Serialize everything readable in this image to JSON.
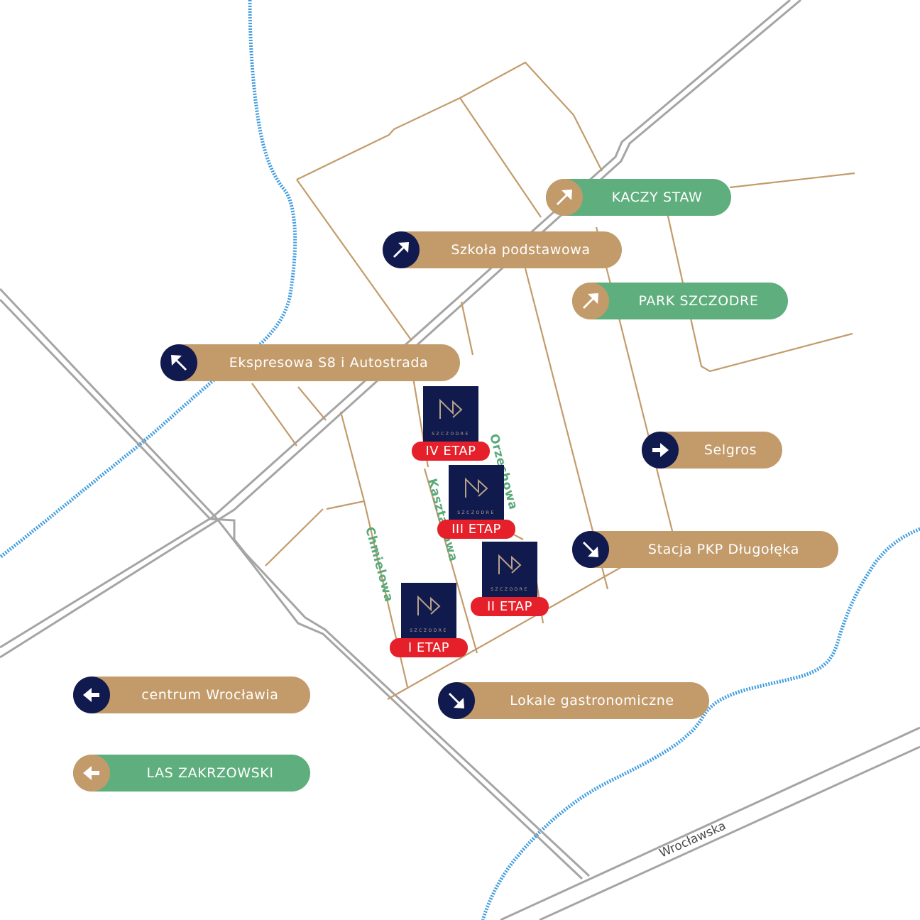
{
  "colors": {
    "road": "#a5a5a5",
    "street": "#c39b6b",
    "river": "#3d9be0",
    "tan": "#c39b6b",
    "green": "#5fae7d",
    "navy": "#111a4f",
    "etap_red": "#e5202a"
  },
  "streets": {
    "chmielowa": "Chmielowa",
    "kasztanowa": "Kasztanowa",
    "orzechowa": "Orzechowa",
    "wroclawska": "Wrocławska"
  },
  "destinations": [
    {
      "id": "kaczy-staw",
      "label": "KACZY STAW",
      "arrow": "up-right",
      "color": "green"
    },
    {
      "id": "szkola",
      "label": "Szkoła podstawowa",
      "arrow": "up-right",
      "color": "tan"
    },
    {
      "id": "park",
      "label": "PARK SZCZODRE",
      "arrow": "up-right",
      "color": "green"
    },
    {
      "id": "s8",
      "label": "Ekspresowa S8 i Autostrada",
      "arrow": "up-left",
      "color": "tan"
    },
    {
      "id": "selgros",
      "label": "Selgros",
      "arrow": "right",
      "color": "tan"
    },
    {
      "id": "pkp",
      "label": "Stacja PKP Długołęka",
      "arrow": "down-right",
      "color": "tan"
    },
    {
      "id": "centrum",
      "label": "centrum Wrocławia",
      "arrow": "left",
      "color": "tan"
    },
    {
      "id": "las",
      "label": "LAS ZAKRZOWSKI",
      "arrow": "left",
      "color": "green"
    },
    {
      "id": "lokale",
      "label": "Lokale gastronomiczne",
      "arrow": "down-right",
      "color": "tan"
    }
  ],
  "stages": [
    {
      "id": "etap-4",
      "label": "IV ETAP",
      "brand": "SZCZODRE"
    },
    {
      "id": "etap-3",
      "label": "III ETAP",
      "brand": "SZCZODRE"
    },
    {
      "id": "etap-2",
      "label": "II ETAP",
      "brand": "SZCZODRE"
    },
    {
      "id": "etap-1",
      "label": "I ETAP",
      "brand": "SZCZODRE"
    }
  ]
}
